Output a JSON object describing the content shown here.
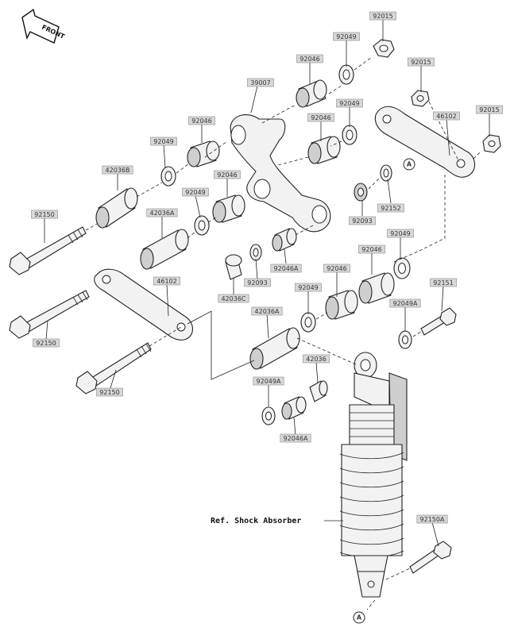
{
  "front_label": "FRONT",
  "ref_label": "Ref. Shock Absorber",
  "marker_label": "A",
  "part_labels": [
    {
      "id": "l92015a",
      "text": "92015"
    },
    {
      "id": "l92049a",
      "text": "92049"
    },
    {
      "id": "l92046a",
      "text": "92046"
    },
    {
      "id": "l92015b",
      "text": "92015"
    },
    {
      "id": "l39007",
      "text": "39007"
    },
    {
      "id": "l92049b",
      "text": "92049"
    },
    {
      "id": "l92046b",
      "text": "92046"
    },
    {
      "id": "l46102a",
      "text": "46102"
    },
    {
      "id": "l92015c",
      "text": "92015"
    },
    {
      "id": "l92046c",
      "text": "92046"
    },
    {
      "id": "l92049c",
      "text": "92049"
    },
    {
      "id": "l42036b",
      "text": "42036B"
    },
    {
      "id": "l92046d",
      "text": "92046"
    },
    {
      "id": "l92049d",
      "text": "92049"
    },
    {
      "id": "l92152",
      "text": "92152"
    },
    {
      "id": "l92150a",
      "text": "92150"
    },
    {
      "id": "l42036a1",
      "text": "42036A"
    },
    {
      "id": "l92093a",
      "text": "92093"
    },
    {
      "id": "l92049e",
      "text": "92049"
    },
    {
      "id": "l92046e",
      "text": "92046A"
    },
    {
      "id": "l92093b",
      "text": "92093"
    },
    {
      "id": "l92046f",
      "text": "92046"
    },
    {
      "id": "l92046g",
      "text": "92046"
    },
    {
      "id": "l46102b",
      "text": "46102"
    },
    {
      "id": "l42036c",
      "text": "42036C"
    },
    {
      "id": "l92049f",
      "text": "92049"
    },
    {
      "id": "l92151",
      "text": "92151"
    },
    {
      "id": "l42036a2",
      "text": "42036A"
    },
    {
      "id": "l92049a2",
      "text": "92049A"
    },
    {
      "id": "l92150b",
      "text": "92150"
    },
    {
      "id": "l42036",
      "text": "42036"
    },
    {
      "id": "l92049a3",
      "text": "92049A"
    },
    {
      "id": "l92150c",
      "text": "92150"
    },
    {
      "id": "l92046a2",
      "text": "92046A"
    },
    {
      "id": "l92150a2",
      "text": "92150A"
    }
  ]
}
